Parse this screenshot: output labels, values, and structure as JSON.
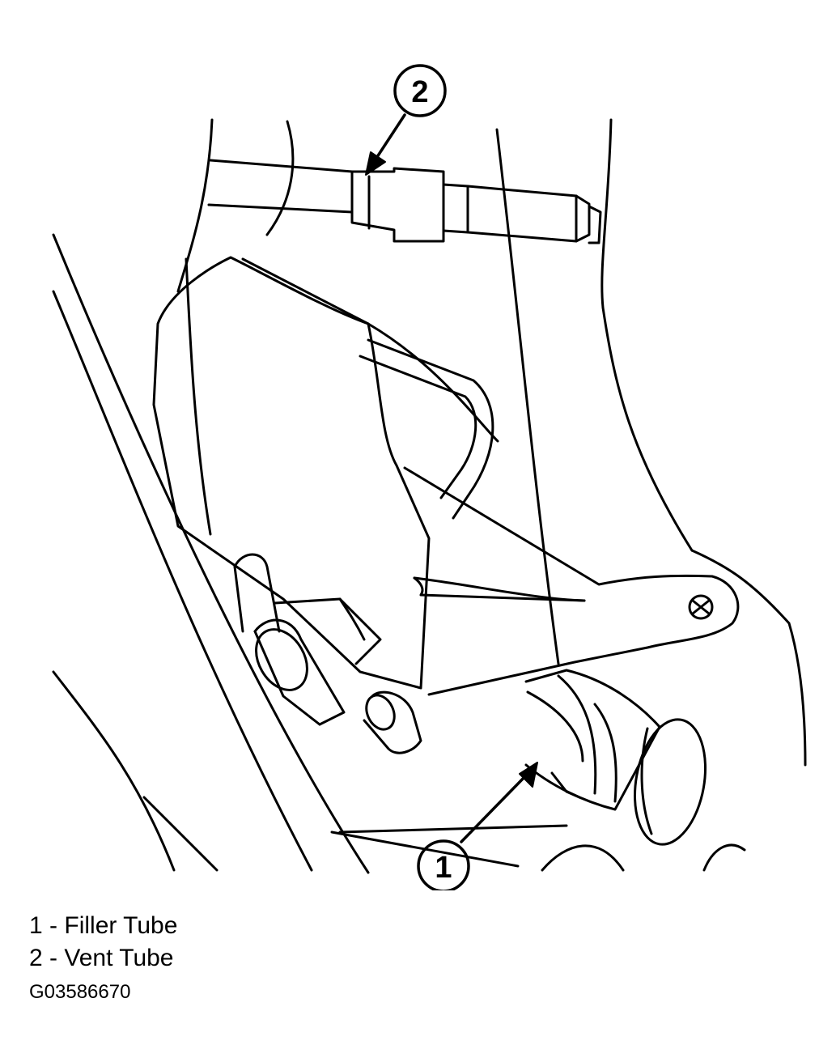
{
  "callouts": [
    {
      "number": "1"
    },
    {
      "number": "2"
    }
  ],
  "legend": [
    {
      "number": "1",
      "separator": "-",
      "label": "Filler Tube"
    },
    {
      "number": "2",
      "separator": "-",
      "label": "Vent Tube"
    }
  ],
  "figure_id": "G03586670",
  "colors": {
    "line": "#000000",
    "background": "#ffffff"
  }
}
